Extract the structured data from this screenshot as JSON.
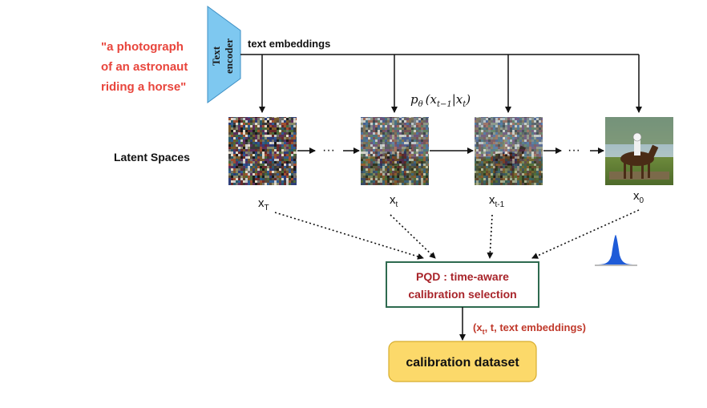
{
  "prompt": {
    "lines": [
      "\"a photograph",
      "of an astronaut",
      "riding a horse\""
    ]
  },
  "text_encoder": {
    "line1": "Text",
    "line2": "encoder",
    "color": "#7ec8f0"
  },
  "text_embeddings_label": "text embeddings",
  "latent_spaces_label": "Latent Spaces",
  "formula": {
    "p": "p",
    "theta": "θ",
    "body": "(x",
    "sub1": "t−1",
    "mid": "|x",
    "sub2": "t",
    "close": ")"
  },
  "latents": [
    {
      "base": "x",
      "sub": "T",
      "noise": "full"
    },
    {
      "base": "x",
      "sub": "t",
      "noise": "partial"
    },
    {
      "base": "x",
      "sub": "t-1",
      "noise": "partial"
    },
    {
      "base": "x",
      "sub": "0",
      "noise": "clean"
    }
  ],
  "ellipsis": "···",
  "pqd": {
    "line1": "PQD : time-aware",
    "line2": "calibration selection",
    "border_color": "#2e6a4f"
  },
  "output_tuple": {
    "open": "(x",
    "sub": "t",
    "rest": ", t, text embeddings)"
  },
  "calibration_dataset": {
    "label": "calibration dataset",
    "fill_color": "#fcd96a"
  },
  "distribution_color": "#1e5bd8"
}
